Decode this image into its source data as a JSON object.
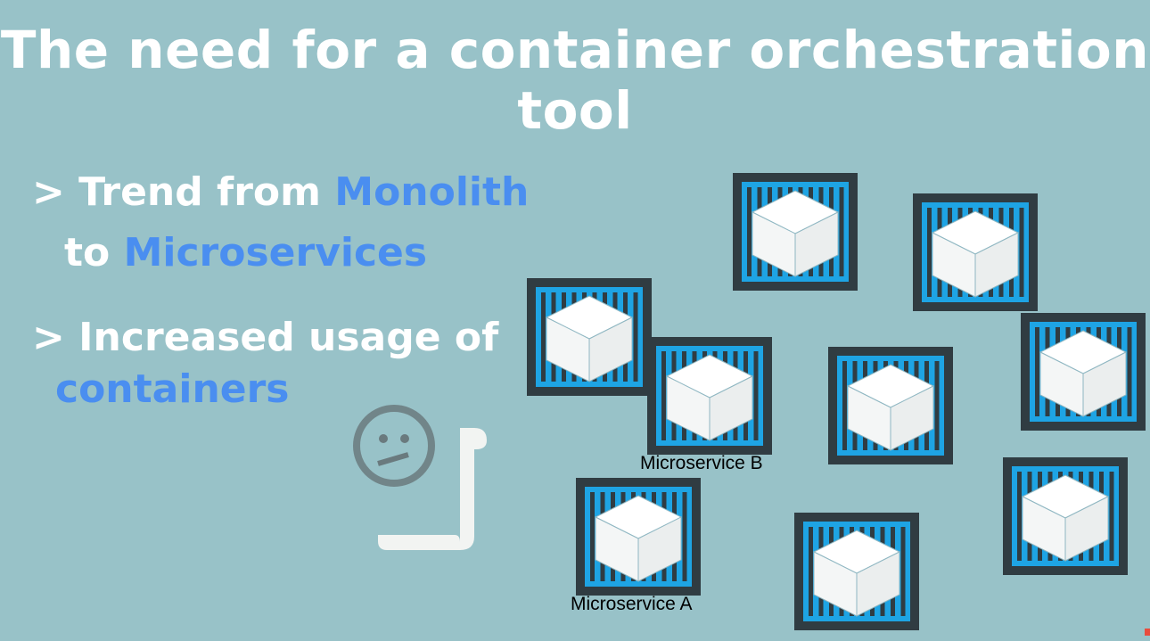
{
  "slide": {
    "title": "The need for a container orchestration tool",
    "bullets": [
      {
        "prefix": "> Trend from ",
        "highlight": "Monolith",
        "line2_prefix": "to ",
        "line2_highlight": "Microservices"
      },
      {
        "prefix": "> Increased usage of",
        "line2_highlight": "containers"
      }
    ],
    "labels": {
      "microservice_b": "Microservice B",
      "microservice_a": "Microservice A"
    }
  },
  "colors": {
    "background": "#98c2c8",
    "highlight": "#4a8ef0",
    "container_frame": "#303c42",
    "container_stripe": "#1ea4e4"
  },
  "icons": {
    "containers": "cube-container-icon",
    "document": "scroll-document-icon",
    "face": "confused-face-icon"
  }
}
